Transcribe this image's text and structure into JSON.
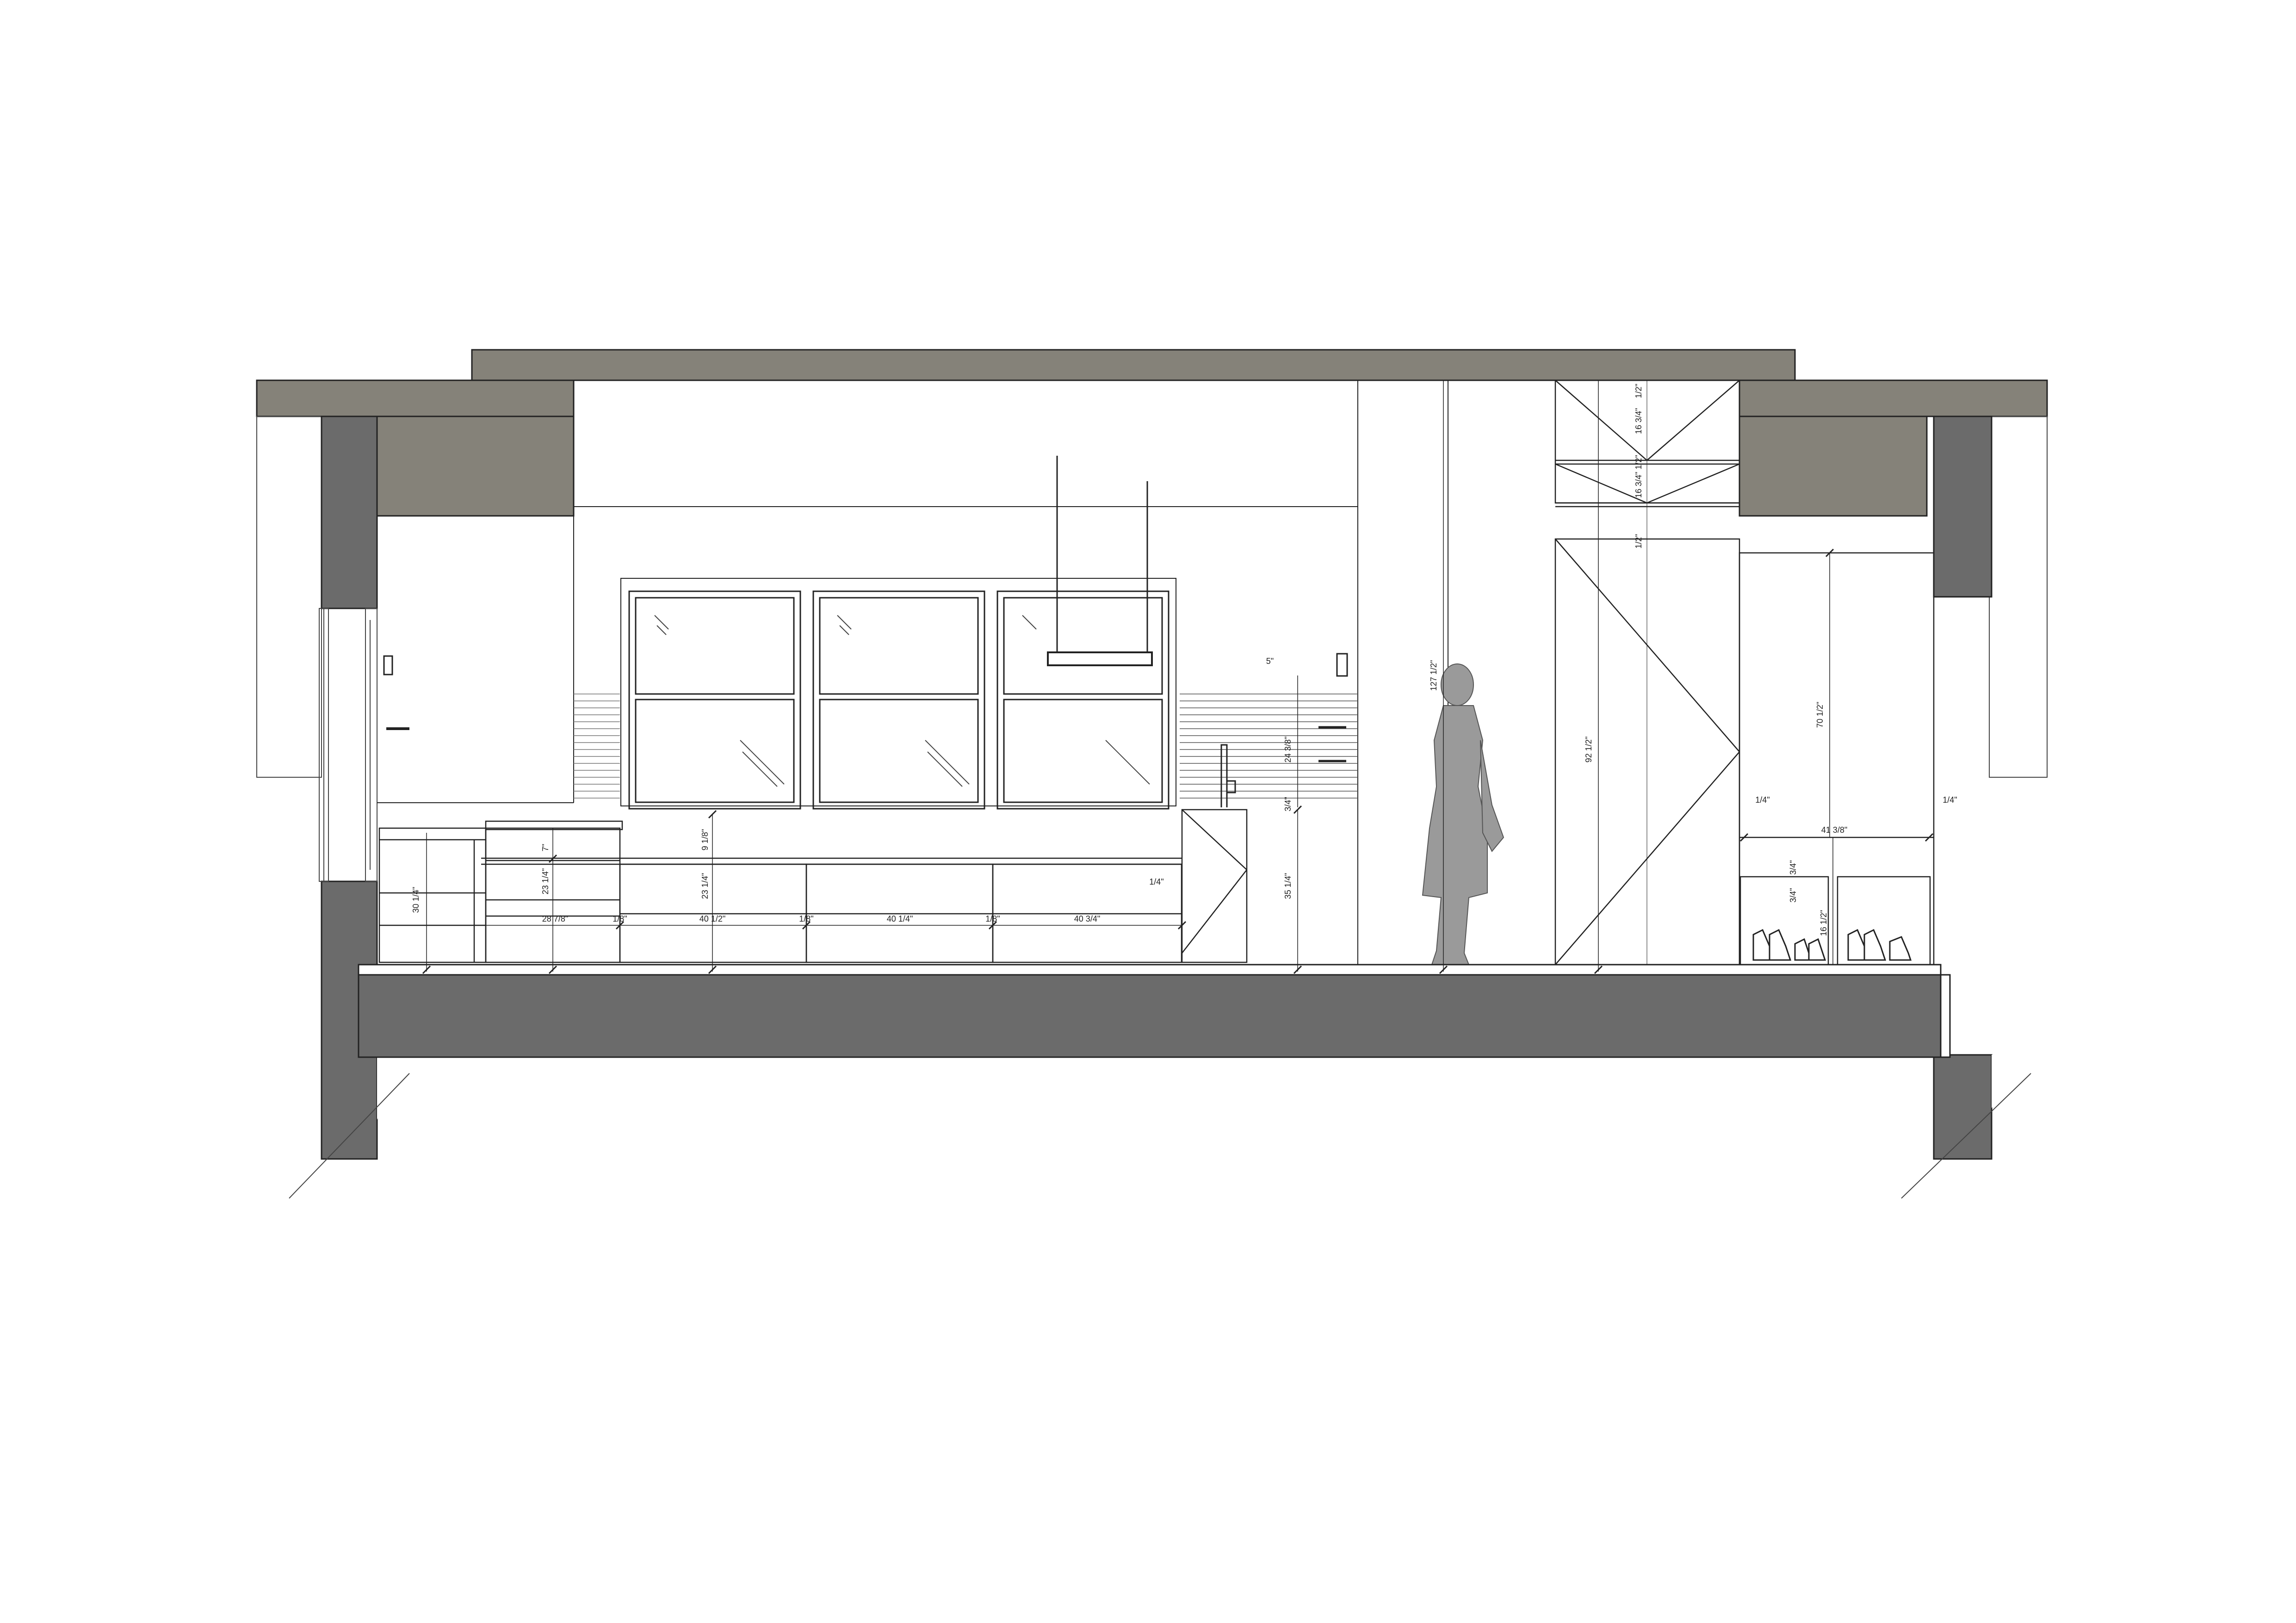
{
  "colors": {
    "ceiling": "#858279",
    "wall": "#6b6b6b",
    "floor": "#6b6b6b",
    "silhouette": "#9a9a9a",
    "line": "#222222"
  },
  "dims": {
    "base_drawer_height": "30 1/4\"",
    "drawer_7": "7\"",
    "drawer_23a": "23 1/4\"",
    "drawer_23b": "23 1/4\"",
    "gap_9": "9 1/8\"",
    "w_28": "28 7/8\"",
    "w_40a": "40 1/2\"",
    "w_40b": "40 1/4\"",
    "w_40c": "40 3/4\"",
    "gap_a": "1/8\"",
    "gap_b": "1/8\"",
    "gap_c": "1/8\"",
    "gap_d": "1/4\"",
    "counter_35": "35 1/4\"",
    "counter_34": "3/4\"",
    "backsplash_24": "24 3/8\"",
    "shelf_5": "5\"",
    "tall_127": "127 1/2\"",
    "tall_92": "92 1/2\"",
    "upper_16a": "16 3/4\"",
    "upper_16b": "16 3/4\"",
    "upper_half_a": "1/2\"",
    "upper_half_b": "1/2\"",
    "upper_half_c": "1/2\"",
    "closet_70": "70 1/2\"",
    "closet_41": "41 3/8\"",
    "closet_q_left": "1/4\"",
    "closet_q_right": "1/4\"",
    "shoe_34a": "3/4\"",
    "shoe_34b": "3/4\"",
    "shoe_16": "16 1/2\""
  }
}
